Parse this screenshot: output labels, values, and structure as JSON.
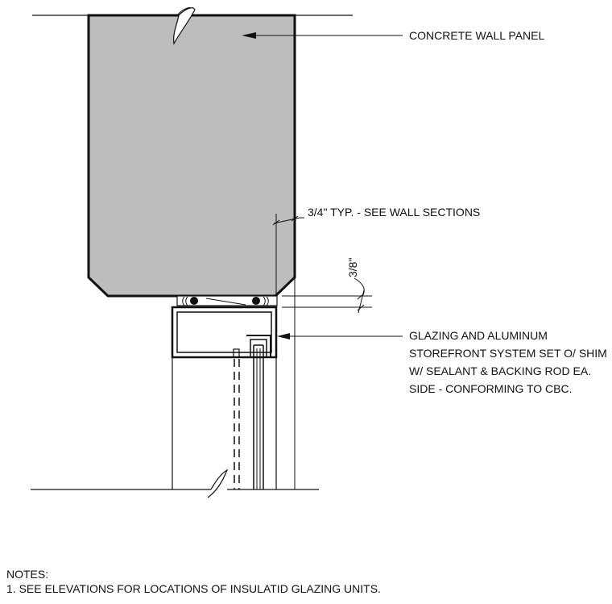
{
  "labels": {
    "concrete_wall_panel": "CONCRETE WALL PANEL",
    "dimension_wall": "3/4\" TYP.  - SEE WALL SECTIONS",
    "dimension_shim": "3/8\"",
    "glazing_line_1": "GLAZING AND ALUMINUM",
    "glazing_line_2": "STOREFRONT SYSTEM SET O/ SHIM",
    "glazing_line_3": "W/ SEALANT & BACKING ROD EA.",
    "glazing_line_4": "SIDE - CONFORMING TO CBC."
  },
  "notes": {
    "heading": "NOTES:",
    "items": [
      "1. SEE ELEVATIONS FOR LOCATIONS OF INSULATID GLAZING UNITS."
    ]
  },
  "colors": {
    "concrete_fill": "#bdbdbd",
    "line": "#111111",
    "background": "#ffffff"
  }
}
